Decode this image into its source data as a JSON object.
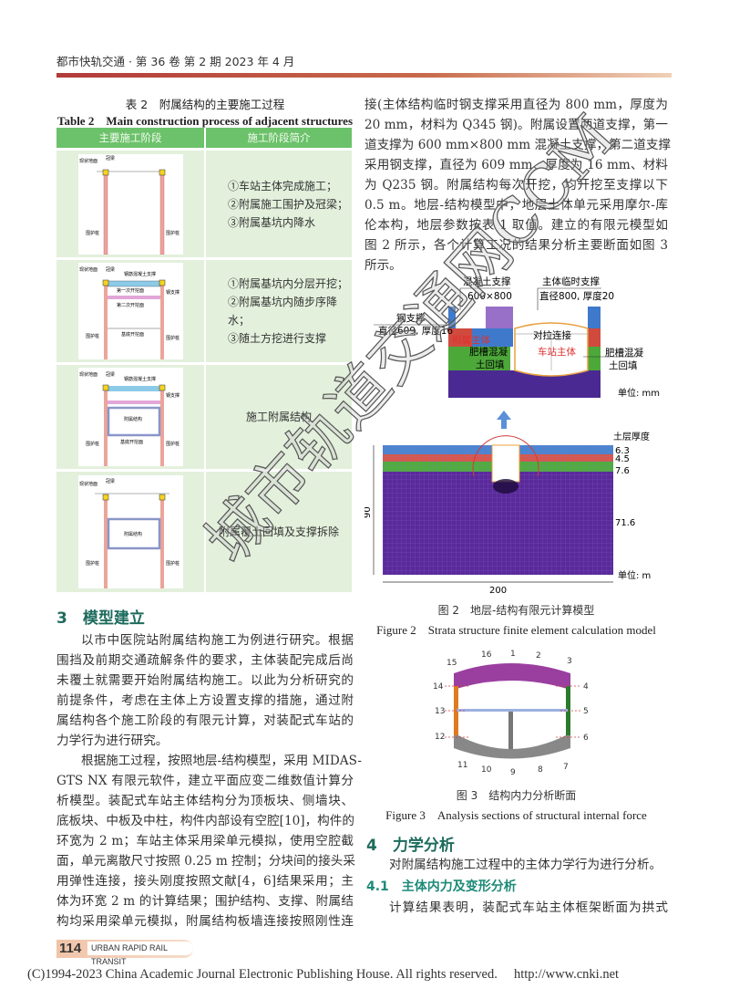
{
  "header": {
    "journal_issue": "都市快轨交通 · 第 36 卷 第 2 期 2023 年 4 月"
  },
  "table2": {
    "caption_cn": "表 2　附属结构的主要施工过程",
    "caption_en": "Table 2　Main construction process of adjacent structures",
    "columns": [
      "主要施工阶段",
      "施工阶段简介"
    ],
    "diagram_labels": {
      "ground": "现状地面",
      "crown_beam": "冠梁",
      "pile": "围护桩",
      "rc_strut": "钢筋混凝土支撑",
      "steel_strut": "钢支撑",
      "first_excavation": "第一次开挖面",
      "second_excavation": "第二次开挖面",
      "base_excavation": "基底开挖面",
      "adjacent_structure": "附属结构"
    },
    "rows": [
      {
        "desc": [
          "①车站主体完成施工；",
          "②附属施工围护及冠梁；",
          "③附属基坑内降水"
        ]
      },
      {
        "desc": [
          "①附属基坑内分层开挖；",
          "②附属基坑内随步序降水；",
          "③随土方挖进行支撑"
        ]
      },
      {
        "desc": [
          "施工附属结构"
        ]
      },
      {
        "desc": [
          "附属覆土回填及支撑拆除"
        ]
      }
    ]
  },
  "section3": {
    "heading": "3　模型建立",
    "para1": [
      "以市中医院站附属结构施工为例进行研究。根据",
      "围挡及前期交通疏解条件的要求，主体装配完成后尚",
      "未覆土就需要开始附属结构施工。以此为分析研究的",
      "前提条件，考虑在主体上方设置支撑的措施，通过附",
      "属结构各个施工阶段的有限元计算，对装配式车站的",
      "力学行为进行研究。"
    ],
    "para2": [
      "根据施工过程，按照地层-结构模型，采用 MIDAS-",
      "GTS NX 有限元软件，建立平面应变二维数值计算分",
      "析模型。装配式车站主体结构分为顶板块、侧墙块、",
      "底板块、中板及中柱，构件内部设有空腔[10]，构件的",
      "环宽为 2 m；车站主体采用梁单元模拟，使用空腔截",
      "面，单元离散尺寸按照 0.25 m 控制；分块间的接头采",
      "用弹性连接，接头刚度按照文献[4，6]结果采用；主",
      "体为环宽 2 m 的计算结果；围护结构、支撑、附属结",
      "构均采用梁单元模拟，附属结构板墙连接按照刚性连"
    ],
    "para3": [
      "接(主体结构临时钢支撑采用直径为 800 mm，厚度为",
      "20 mm，材料为 Q345 钢)。附属设置两道支撑，第一",
      "道支撑为 600 mm×800 mm 混凝土支撑，第二道支撑",
      "采用钢支撑，直径为 609 mm、厚度为 16 mm、材料",
      "为 Q235 钢。附属结构每次开挖，均开挖至支撑以下",
      "0.5 m。地层-结构模型中，地层土体单元采用摩尔-库",
      "伦本构，地层参数按表 1 取值。建立的有限元模型如",
      "图 2 所示，各个计算工况的结果分析主要断面如图 3",
      "所示。"
    ]
  },
  "figure2": {
    "labels": {
      "concrete_strut": "混凝土支撑",
      "concrete_strut_size": "600×800",
      "temp_strut": "主体临时支撑",
      "temp_strut_size": "直径800, 厚度20",
      "steel_strut": "钢支撑",
      "steel_strut_size": "直径609, 厚度16",
      "adjacent_body": "附属主体",
      "backfill_left_1": "肥槽混凝",
      "backfill_left_2": "土回填",
      "tie_connection": "对拉连接",
      "station_body": "车站主体",
      "backfill_right_1": "肥槽混凝",
      "backfill_right_2": "土回填",
      "unit_mm": "单位: mm",
      "layer_thickness": "土层厚度",
      "unit_m": "单位: m",
      "width": "200",
      "height": "90"
    },
    "layers": [
      "6.3",
      "4.5",
      "7.6",
      "71.6"
    ],
    "layer_colors": [
      "#4a86d0",
      "#d9584a",
      "#4fae3c",
      "#5a2a9a"
    ],
    "caption_cn": "图 2　地层-结构有限元计算模型",
    "caption_en": "Figure 2　Strata structure finite element calculation model"
  },
  "figure3": {
    "sections": [
      "1",
      "2",
      "3",
      "4",
      "5",
      "6",
      "7",
      "8",
      "9",
      "10",
      "11",
      "12",
      "13",
      "14",
      "15",
      "16"
    ],
    "caption_cn": "图 3　结构内力分析断面",
    "caption_en": "Figure 3　Analysis sections of structural internal force"
  },
  "section4": {
    "heading": "4　力学分析",
    "para1": [
      "对附属结构施工过程中的主体力学行为进行分析。"
    ],
    "sub41": "4.1　主体内力及变形分析",
    "para2": [
      "计算结果表明，装配式车站主体框架断面为拱式"
    ]
  },
  "footer": {
    "page_number": "114",
    "journal_en": "URBAN RAPID RAIL TRANSIT",
    "copyright": "(C)1994-2023 China Academic Journal Electronic Publishing House. All rights reserved.　 http://www.cnki.net"
  },
  "watermark": "城市轨道交通网CCM"
}
